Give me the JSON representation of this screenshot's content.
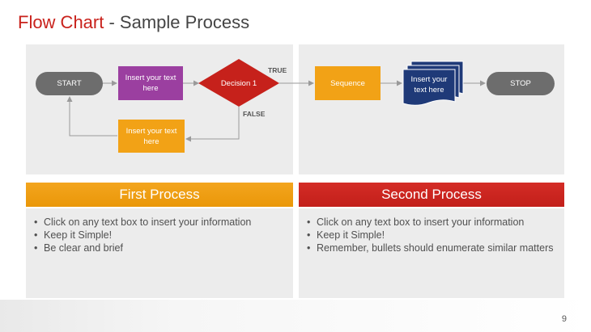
{
  "title": {
    "main": "Flow Chart",
    "sub": "- Sample Process"
  },
  "flowchart": {
    "start": "START",
    "insert_top": "Insert your text here",
    "decision": "Decision 1",
    "true_label": "TRUE",
    "false_label": "FALSE",
    "insert_bottom": "Insert your text here",
    "sequence": "Sequence",
    "document": "Insert your text here",
    "stop": "STOP"
  },
  "sections": [
    {
      "header": "First Process",
      "color": "#ef9c0f",
      "bullets": [
        "Click on any text box to insert your information",
        "Keep it Simple!",
        "Be clear and brief"
      ]
    },
    {
      "header": "Second Process",
      "color": "#cc2621",
      "bullets": [
        "Click on any text box to insert your information",
        "Keep it Simple!",
        "Remember, bullets should enumerate similar matters"
      ]
    }
  ],
  "colors": {
    "brand_red": "#c9221c",
    "terminal": "#6d6d6d",
    "purple": "#9b3fa0",
    "decision_red": "#c6211b",
    "orange": "#f2a216",
    "navy": "#1f3a78"
  },
  "page_number": "9"
}
